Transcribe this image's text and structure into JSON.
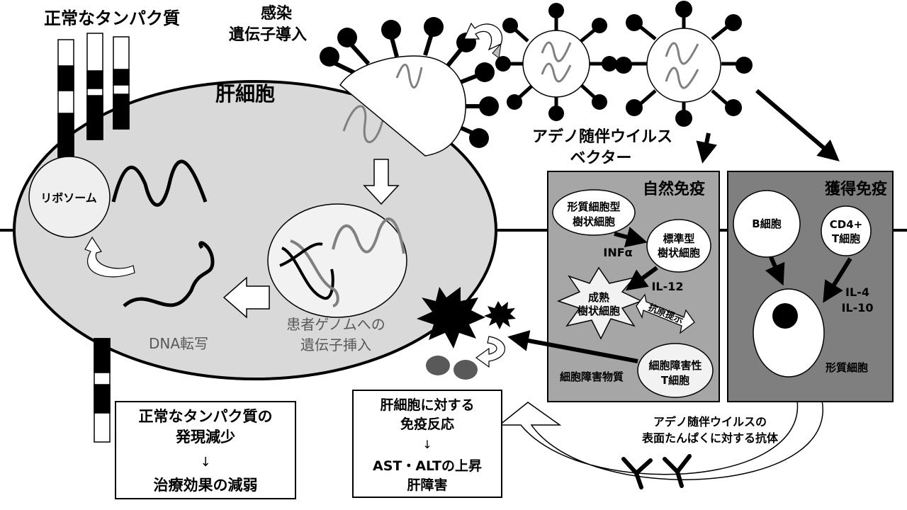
{
  "labels": {
    "normal_protein": "正常なタンパク質",
    "infection_line1": "感染",
    "infection_line2": "遺伝子導入",
    "hepatocyte": "肝細胞",
    "ribosome": "リボソーム",
    "dna_transcription": "DNA転写",
    "genome_insertion_line1": "患者ゲノムへの",
    "genome_insertion_line2": "遺伝子挿入",
    "aav_vector_line1": "アデノ随伴ウイルス",
    "aav_vector_line2": "ベクター",
    "cytotoxic_substance": "細胞障害物質",
    "antibody_line1": "アデノ随伴ウイルスの",
    "antibody_line2": "表面たんぱくに対する抗体"
  },
  "innate": {
    "title": "自然免疫",
    "pdc_line1": "形質細胞型",
    "pdc_line2": "樹状細胞",
    "cdc_line1": "標準型",
    "cdc_line2": "樹状細胞",
    "ifn": "INFα",
    "il12": "IL-12",
    "mature_line1": "成熟",
    "mature_line2": "樹状細胞",
    "antigen": "抗原提示",
    "ctl_line1": "細胞障害性",
    "ctl_line2": "T細胞"
  },
  "adaptive": {
    "title": "獲得免疫",
    "bcell": "B細胞",
    "cd4_line1": "CD4+",
    "cd4_line2": "T細胞",
    "il4": "IL-4",
    "il10": "IL-10",
    "plasma": "形質細胞"
  },
  "boxes": {
    "left_line1": "正常なタンパク質の",
    "left_line2": "発現減少",
    "left_arrow": "↓",
    "left_line3": "治療効果の減弱",
    "mid_line1": "肝細胞に対する",
    "mid_line2": "免疫反応",
    "mid_arrow": "↓",
    "mid_line3": "AST・ALTの上昇",
    "mid_line4": "肝障害"
  },
  "colors": {
    "cell_fill": "#d9d9d9",
    "innate_panel": "#a6a6a6",
    "adaptive_panel": "#7f7f7f",
    "wave_gray": "#808080"
  }
}
